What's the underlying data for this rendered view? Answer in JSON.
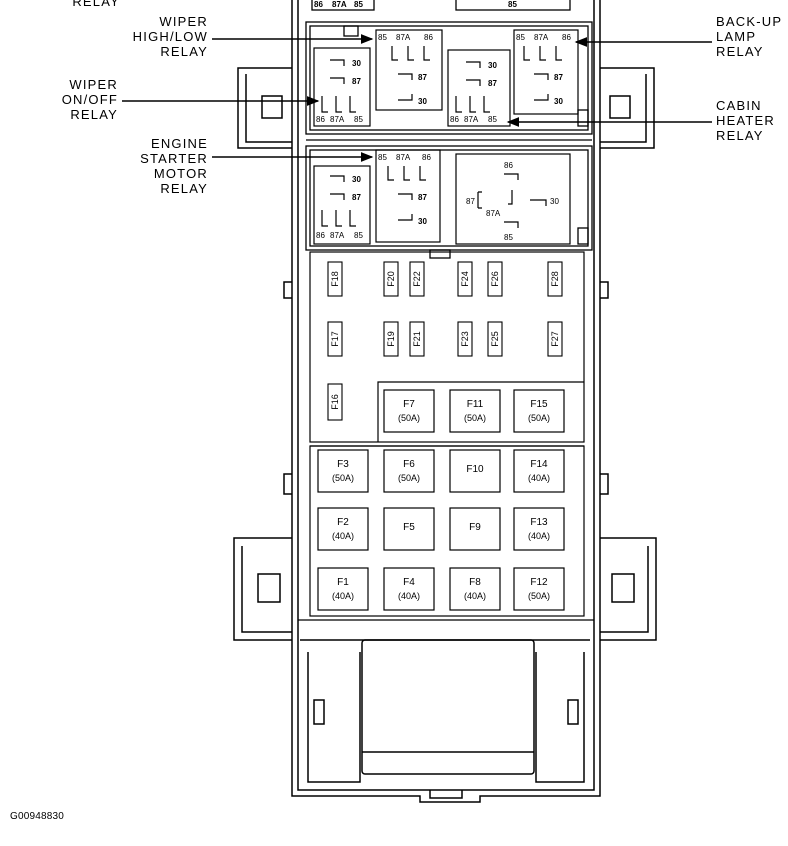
{
  "callouts": {
    "top_left_partial": "RELAY",
    "wiper_high_low": [
      "WIPER",
      "HIGH/LOW",
      "RELAY"
    ],
    "wiper_on_off": [
      "WIPER",
      "ON/OFF",
      "RELAY"
    ],
    "engine_starter": [
      "ENGINE",
      "STARTER",
      "MOTOR",
      "RELAY"
    ],
    "back_up_lamp": [
      "BACK-UP",
      "LAMP",
      "RELAY"
    ],
    "cabin_heater": [
      "CABIN",
      "HEATER",
      "RELAY"
    ]
  },
  "relay_terminals": {
    "t85": "85",
    "t86": "86",
    "t87": "87",
    "t87a": "87A",
    "t30": "30"
  },
  "fuses": {
    "mini_top_row": [
      "F18",
      "F20",
      "F22",
      "F24",
      "F26",
      "F28"
    ],
    "mini_bottom_row": [
      "F17",
      "F19",
      "F21",
      "F23",
      "F25",
      "F27"
    ],
    "mini_single": "F16",
    "row1": [
      {
        "id": "F7",
        "rating": "(50A)"
      },
      {
        "id": "F11",
        "rating": "(50A)"
      },
      {
        "id": "F15",
        "rating": "(50A)"
      }
    ],
    "row2": [
      {
        "id": "F3",
        "rating": "(50A)"
      },
      {
        "id": "F6",
        "rating": "(50A)"
      },
      {
        "id": "F10",
        "rating": ""
      },
      {
        "id": "F14",
        "rating": "(40A)"
      }
    ],
    "row3": [
      {
        "id": "F2",
        "rating": "(40A)"
      },
      {
        "id": "F5",
        "rating": ""
      },
      {
        "id": "F9",
        "rating": ""
      },
      {
        "id": "F13",
        "rating": "(40A)"
      }
    ],
    "row4": [
      {
        "id": "F1",
        "rating": "(40A)"
      },
      {
        "id": "F4",
        "rating": "(40A)"
      },
      {
        "id": "F8",
        "rating": "(40A)"
      },
      {
        "id": "F12",
        "rating": "(50A)"
      }
    ]
  },
  "figure_code": "G00948830"
}
